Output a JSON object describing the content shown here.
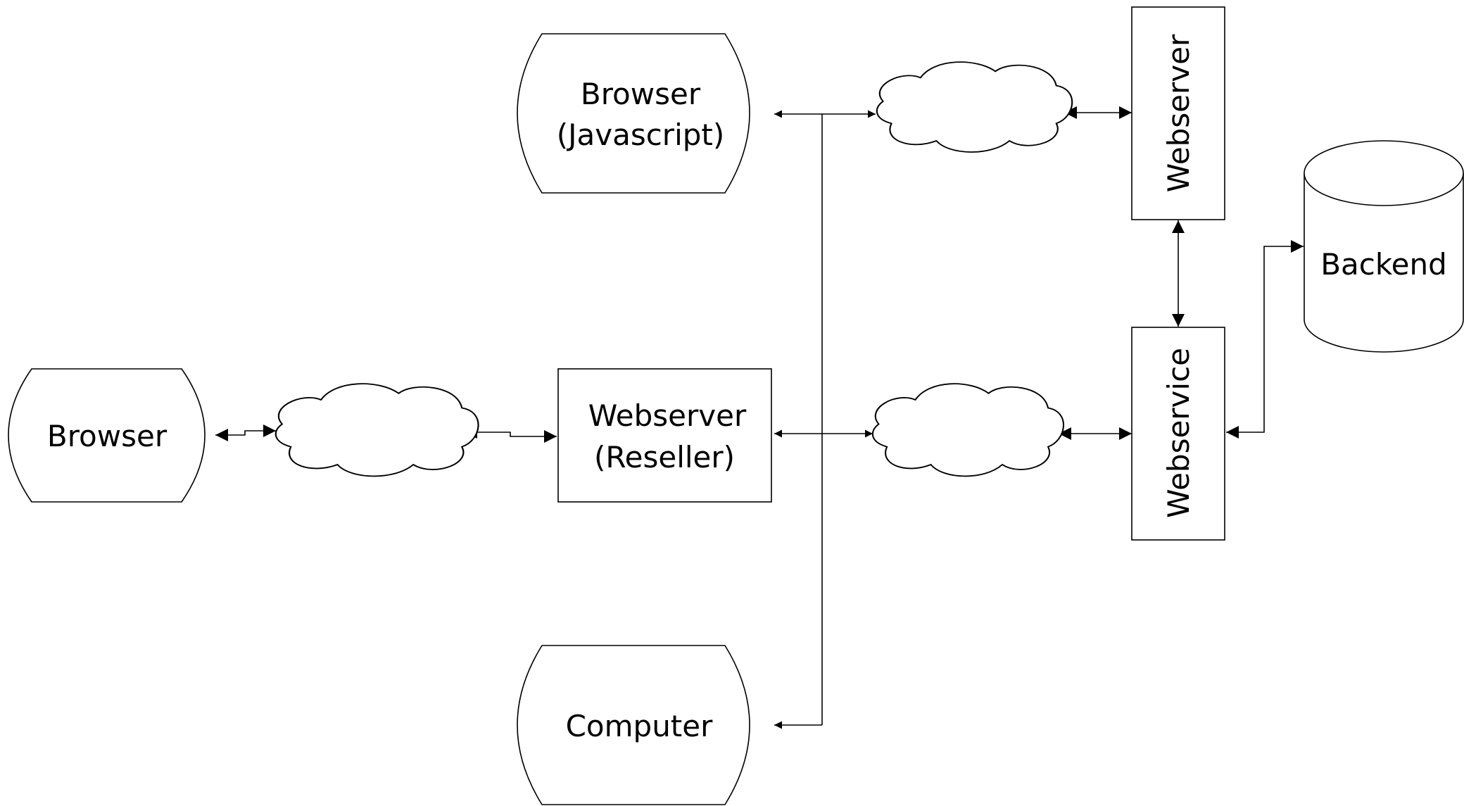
{
  "nodes": {
    "browser_js": {
      "line1": "Browser",
      "line2": "(Javascript)"
    },
    "browser": {
      "label": "Browser"
    },
    "reseller": {
      "line1": "Webserver",
      "line2": "(Reseller)"
    },
    "computer": {
      "label": "Computer"
    },
    "webserver": {
      "label": "Webserver"
    },
    "webservice": {
      "label": "Webservice"
    },
    "backend": {
      "label": "Backend"
    }
  },
  "colors": {
    "stroke": "#000000",
    "fill": "#ffffff"
  },
  "icons": {
    "network": "cloud-icon",
    "database": "database-cylinder-icon"
  }
}
